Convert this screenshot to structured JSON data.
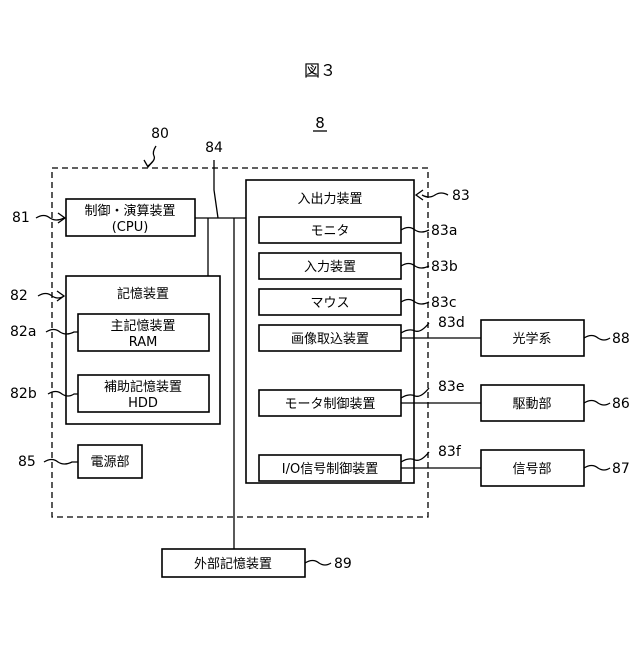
{
  "figure_title": "図３",
  "refs": {
    "system": "8",
    "control_unit": "80",
    "bus": "84",
    "cpu": "81",
    "storage": "82",
    "main_storage": "82a",
    "aux_storage": "82b",
    "power": "85",
    "io_unit": "83",
    "monitor": "83a",
    "input_device": "83b",
    "mouse": "83c",
    "image_capture": "83d",
    "motor_control": "83e",
    "io_signal": "83f",
    "optics": "88",
    "drive": "86",
    "signal": "87",
    "external_storage": "89"
  },
  "labels": {
    "cpu_line1": "制御・演算装置",
    "cpu_line2": "(CPU)",
    "storage": "記憶装置",
    "main_storage_line1": "主記憶装置",
    "main_storage_line2": "RAM",
    "aux_storage_line1": "補助記憶装置",
    "aux_storage_line2": "HDD",
    "power": "電源部",
    "io_unit": "入出力装置",
    "monitor": "モニタ",
    "input_device": "入力装置",
    "mouse": "マウス",
    "image_capture": "画像取込装置",
    "motor_control": "モータ制御装置",
    "io_signal": "I/O信号制御装置",
    "optics": "光学系",
    "drive": "駆動部",
    "signal": "信号部",
    "external_storage": "外部記憶装置"
  }
}
